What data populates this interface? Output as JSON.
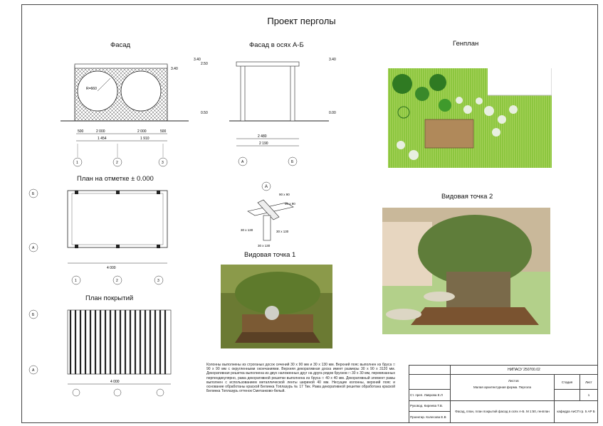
{
  "sheet": {
    "title": "Проект перголы",
    "views": {
      "facade": "Фасад",
      "facade_axes": "Фасад в осях А-Б",
      "genplan": "Генплан",
      "plan_zero": "План на отметке ± 0.000",
      "roof_plan": "План покрытий",
      "viewpoint1": "Видовая точка 1",
      "viewpoint2": "Видовая точка 2",
      "node": "А"
    },
    "dims": {
      "circle": "R=660",
      "lvl_top": "3.40",
      "lvl_2": "2.50",
      "lvl_mid": "0.50",
      "lvl_0": "0.00",
      "axis_1": "1",
      "axis_2": "2",
      "axis_3": "3",
      "axis_a": "А",
      "axis_b": "Б",
      "d500": "500",
      "d2000": "2 000",
      "d1454": "1 454",
      "d1910": "1 910",
      "d4000": "4 000",
      "d2480": "2 480",
      "d2190": "2 190",
      "b90": "90 х 90",
      "b30": "30 х 130",
      "b90b": "90 х 90",
      "b30b": "30 х 130",
      "b30c": "30 х 130"
    },
    "notes": "Колонны выполнены из строганых досок сечений 30 х 90 мм и 30 х 130 мм. Верхний пояс выполнен из бруса □ 90 х 90 мм с округленными окончаниями. Верхняя декоративная доска имеет размеры 30 х 90 х 3120 мм. Декоративная решетка выполнена из двух наложенных друг на друга рядов брусков □ 30 х 30 мм, перевязанных перпендикулярно, рама декоративной решетки выполнена из бруса □ 40 х 40 мм. Декоративный элемент рамы выполнен с использованием металлической ленты шириной 40 мм. Несущие колонны, верхний пояс и основание обработаны краской Белинка Топлазурь № 17 Тик. Рама декоративной решетки обработана краской Белинка Топлазурь оттенок Сметанково-белый.",
    "stamp": {
      "code": "НИПАСУ 250700.02",
      "org": "Малая архитектурная форма. Пергола",
      "stage_h": "Стадия",
      "sheet_h": "Лист",
      "sheets_h": "Листов",
      "sheet_no": "1",
      "row1": "Ст. преп. Лаврова Е.Л",
      "row2": "Руковод. Киреева Т.В.",
      "row3": "Проектир. Колесова Е.В",
      "desc": "Фасад, план, план покрытий фасад в осях А-Б. М 1:50, генплан",
      "group": "кафедра АиСП гр. 5 АР Б"
    }
  }
}
